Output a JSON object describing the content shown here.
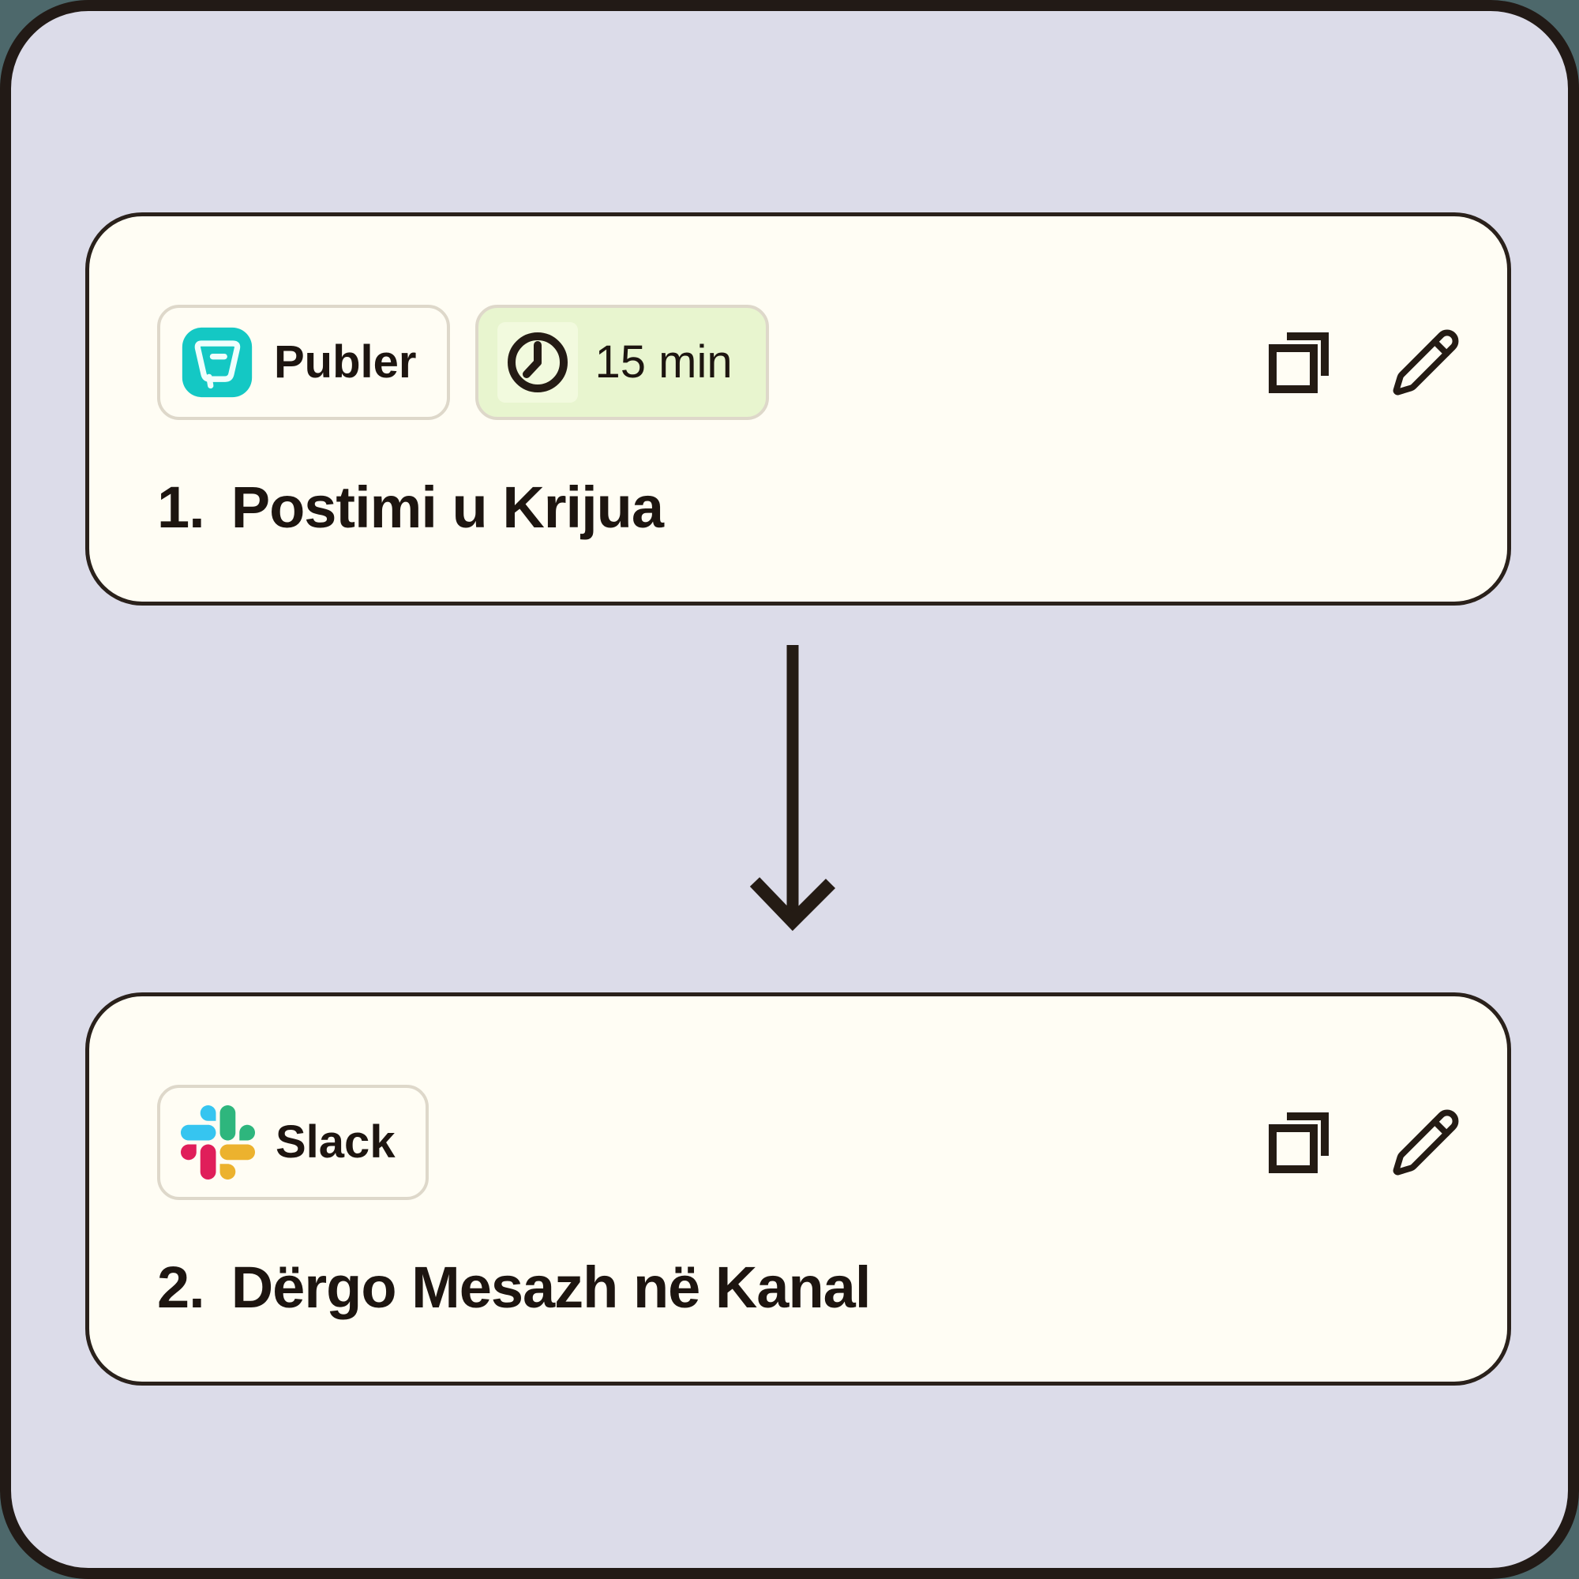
{
  "steps": [
    {
      "number": "1.",
      "title": "Postimi u Krijua",
      "app_name": "Publer",
      "duration": "15 min"
    },
    {
      "number": "2.",
      "title": "Dërgo Mesazh në Kanal",
      "app_name": "Slack"
    }
  ],
  "icons": {
    "step1_app": "publer-icon",
    "step1_duration": "clock-icon",
    "step2_app": "slack-icon",
    "card_actions": [
      "copy-icon",
      "pencil-icon"
    ],
    "connector": "arrow-down-icon"
  },
  "colors": {
    "outer_background": "#4d686b",
    "panel_background": "#dcdce9",
    "panel_border": "#221a16",
    "card_background": "#fffdf4",
    "card_border": "#2a211b",
    "badge_border": "#ded8ca",
    "duration_badge_background": "#e8f5cf",
    "publer_teal": "#14c8c4",
    "slack_blue": "#36c5f0",
    "slack_green": "#2eb67d",
    "slack_yellow": "#ecb22e",
    "slack_red": "#e01e5a",
    "ink": "#241b14",
    "text": "#1d1510"
  }
}
